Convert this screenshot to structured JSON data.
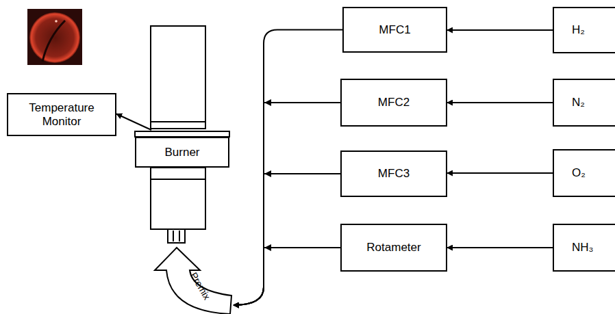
{
  "diagram": {
    "nodes": [
      {
        "text": [
          "Temperature Monitor"
        ]
      },
      {
        "text": [
          "Burner"
        ]
      },
      {
        "text": [
          "MFC1"
        ]
      },
      {
        "text": [
          "H₂"
        ]
      },
      {
        "text": [
          "MFC2"
        ]
      },
      {
        "text": [
          "N₂"
        ]
      },
      {
        "text": [
          "MFC3"
        ]
      },
      {
        "text": [
          "O₂"
        ]
      },
      {
        "text": [
          "Rotameter"
        ]
      },
      {
        "text": [
          "NH₃"
        ]
      }
    ],
    "edges": [
      {
        "from": 3,
        "to": 2,
        "arrow": "to"
      },
      {
        "from": 5,
        "to": 4,
        "arrow": "to"
      },
      {
        "from": 7,
        "to": 6,
        "arrow": "to"
      },
      {
        "from": 9,
        "to": 8,
        "arrow": "to"
      },
      {
        "from": 2,
        "to": 1,
        "arrow": "to"
      },
      {
        "from": 4,
        "to": 1,
        "arrow": "to"
      },
      {
        "from": 6,
        "to": 1,
        "arrow": "to"
      },
      {
        "from": 8,
        "to": 1,
        "arrow": "to"
      },
      {
        "from": 1,
        "to": 0,
        "arrow": "to"
      }
    ],
    "labels": [
      "Premix"
    ]
  }
}
